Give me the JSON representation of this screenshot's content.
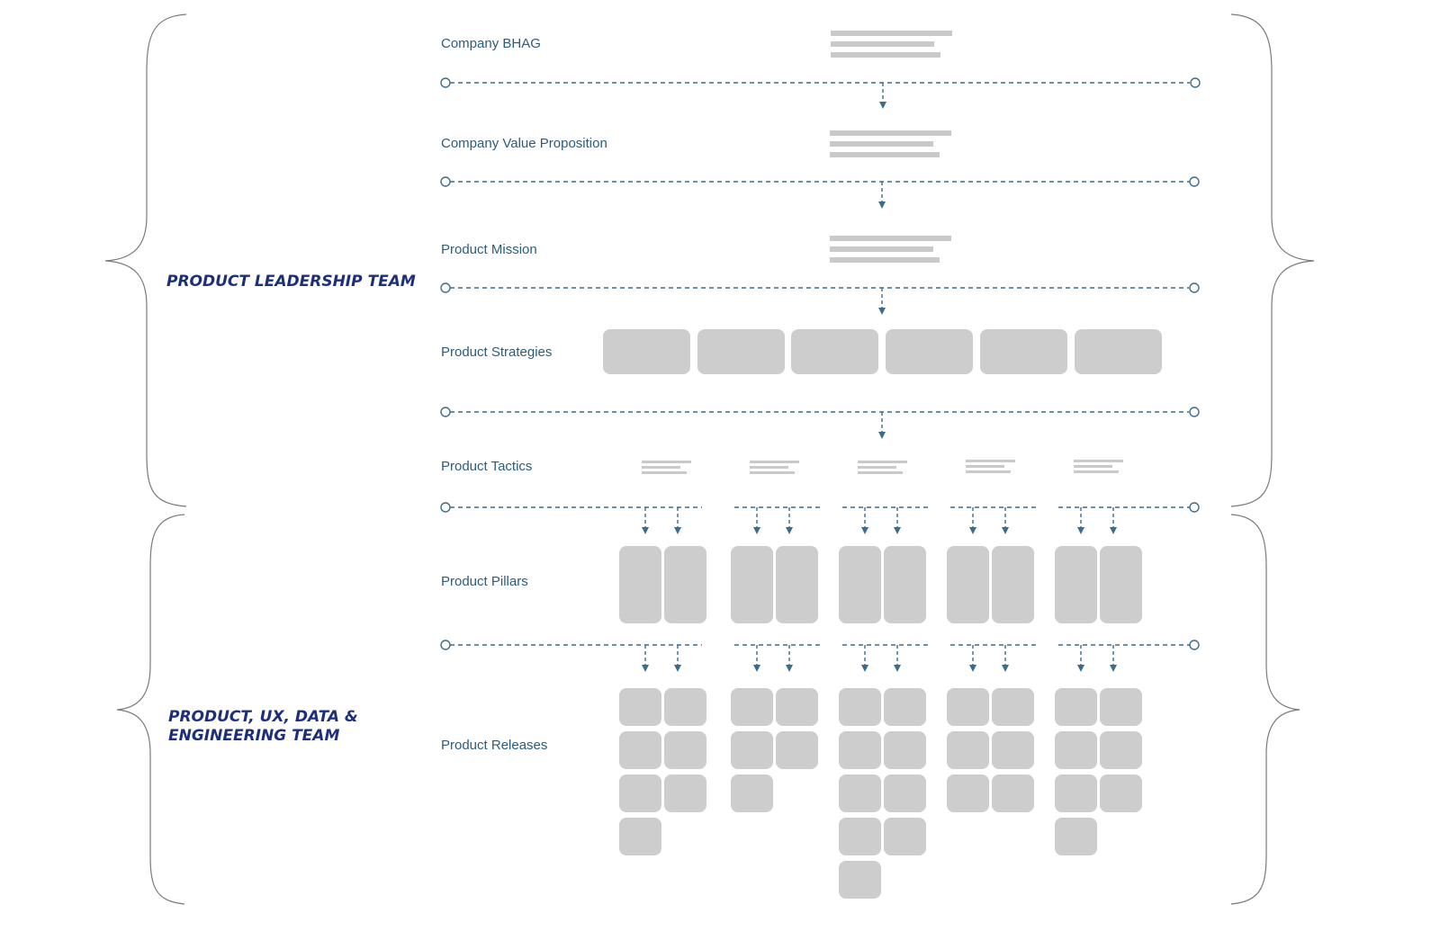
{
  "colors": {
    "row_label": "#2d5c79",
    "team_label": "#1d2f7a",
    "connector": "#3f6c8a",
    "placeholder": "#cdcdcd",
    "brace": "#7a7a7a",
    "background": "#ffffff"
  },
  "teams": {
    "leadership": [
      "PRODUCT LEADERSHIP TEAM"
    ],
    "delivery": [
      "PRODUCT, UX, DATA &",
      "ENGINEERING TEAM"
    ]
  },
  "rows": {
    "bhag": "Company BHAG",
    "value_prop": "Company Value Proposition",
    "mission": "Product Mission",
    "strategies": "Product Strategies",
    "tactics": "Product Tactics",
    "pillars": "Product Pillars",
    "releases": "Product Releases"
  },
  "structure": {
    "strategy_count": 6,
    "tactic_count": 5,
    "pillars_per_tactic": [
      2,
      2,
      2,
      2,
      2
    ],
    "releases_per_pillar": [
      [
        4,
        3
      ],
      [
        3,
        2
      ],
      [
        5,
        4
      ],
      [
        3,
        3
      ],
      [
        4,
        3
      ]
    ]
  }
}
